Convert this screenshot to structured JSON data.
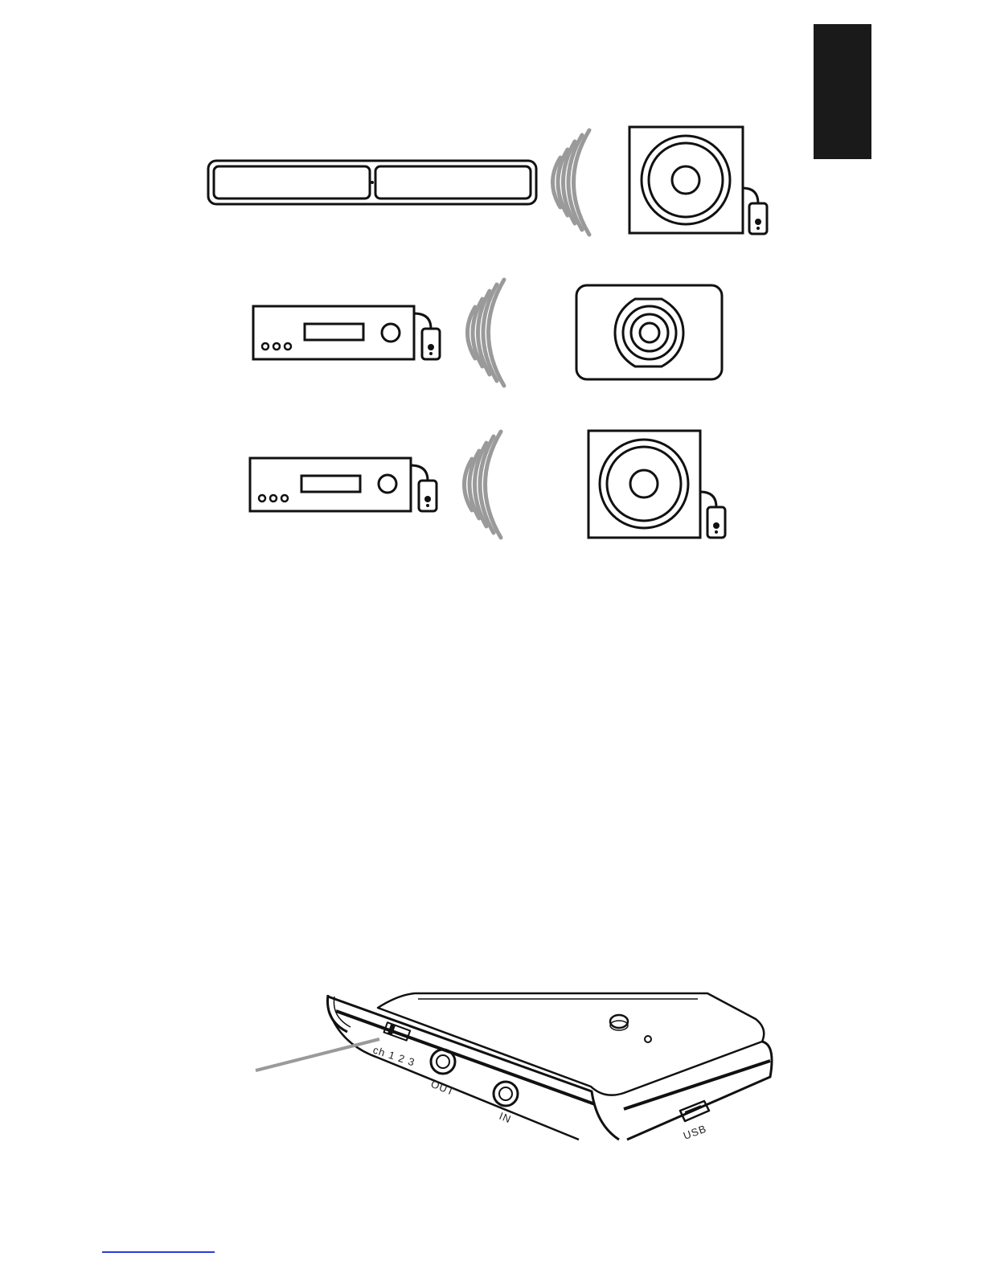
{
  "labels": {
    "channel": "ch 1 2 3",
    "out": "OUT",
    "in": "IN",
    "usb": "USB"
  },
  "colors": {
    "ink": "#111111",
    "wave": "#9a9a9a",
    "tab": "#1a1a1a",
    "footer_link": "#2b3bd6"
  },
  "icons": [
    "soundbar-icon",
    "subwoofer-icon",
    "receiver-icon",
    "speaker-icon",
    "wireless-waves-icon",
    "wireless-adapter-icon"
  ]
}
